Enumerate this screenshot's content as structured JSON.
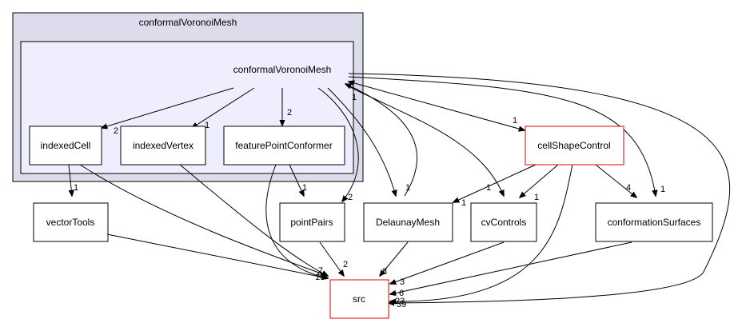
{
  "outer_cluster": {
    "label": "conformalVoronoiMesh",
    "fill": "#dcdcec",
    "stroke": "#000000"
  },
  "inner_cluster": {
    "label": "conformalVoronoiMesh",
    "fill": "#eeeefe",
    "stroke": "#000000"
  },
  "nodes": {
    "indexedCell": {
      "label": "indexedCell",
      "border": "#000000"
    },
    "indexedVertex": {
      "label": "indexedVertex",
      "border": "#000000"
    },
    "featurePointConformer": {
      "label": "featurePointConformer",
      "border": "#000000"
    },
    "cellShapeControl": {
      "label": "cellShapeControl",
      "border": "#e00000"
    },
    "vectorTools": {
      "label": "vectorTools",
      "border": "#000000"
    },
    "pointPairs": {
      "label": "pointPairs",
      "border": "#000000"
    },
    "DelaunayMesh": {
      "label": "DelaunayMesh",
      "border": "#000000"
    },
    "cvControls": {
      "label": "cvControls",
      "border": "#000000"
    },
    "conformationSurfaces": {
      "label": "conformationSurfaces",
      "border": "#000000"
    },
    "src": {
      "label": "src",
      "border": "#e00000"
    }
  },
  "edge_labels": {
    "cvm_indexedCell": "2",
    "cvm_indexedVertex": "1",
    "cvm_featurePointConformer": "2",
    "cvm_pointPairs": "2",
    "cvm_DelaunayMesh": "1",
    "cvm_cvControls": "1",
    "cvm_cellShapeControl": "1",
    "cvm_conformationSurfaces": "1",
    "DelaunayMesh_cvm": "1",
    "indexedCell_vectorTools": "1",
    "featurePointConformer_pointPairs": "1",
    "cellShapeControl_DelaunayMesh": "1",
    "cellShapeControl_cvControls": "1",
    "cellShapeControl_conformationSurfaces": "4",
    "pointPairs_src": "2",
    "DelaunayMesh_src": "8",
    "cvControls_src": "3",
    "conformationSurfaces_src": "6",
    "src_a": "7",
    "src_b": "10",
    "src_c": "9",
    "src_d": "23",
    "src_e": "39"
  }
}
